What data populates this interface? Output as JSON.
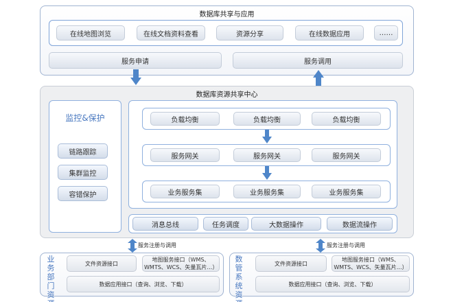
{
  "top": {
    "title": "数据库共享与应用",
    "apps": [
      "在线地图浏览",
      "在线文档资料查看",
      "资源分享",
      "在线数据应用",
      "……"
    ],
    "service_apply": "服务申请",
    "service_call": "服务调用"
  },
  "center": {
    "title": "数据库资源共享中心",
    "monitor": {
      "title": "监控&保护",
      "items": [
        "链路跟踪",
        "集群监控",
        "容错保护"
      ]
    },
    "load_balance": [
      "负载均衡",
      "负载均衡",
      "负载均衡"
    ],
    "gateway": [
      "服务网关",
      "服务网关",
      "服务网关"
    ],
    "business": [
      "业务服务集",
      "业务服务集",
      "业务服务集"
    ],
    "bottom_bar": [
      "消息总线",
      "任务调度",
      "大数据操作",
      "数据流操作"
    ]
  },
  "connectors": {
    "left_label": "服务注册与调用",
    "right_label": "服务注册与调用"
  },
  "left_source": {
    "side": "业务部门资源汇入",
    "file_iface": "文件资源接口",
    "map_iface": "地图服务接口（WMS、WMTS、WCS、矢量瓦片…）",
    "data_iface": "数据应用接口（查询、浏览、下载）"
  },
  "right_source": {
    "side": "数管系统资源汇入",
    "file_iface": "文件资源接口",
    "map_iface": "地图服务接口（WMS、WMTS、WCS、矢量瓦片…）",
    "data_iface": "数据应用接口（查询、浏览、下载）"
  },
  "colors": {
    "accent_blue": "#4a79c0",
    "arrow_blue": "#4f86c9",
    "border_blue": "#8fb0de"
  }
}
